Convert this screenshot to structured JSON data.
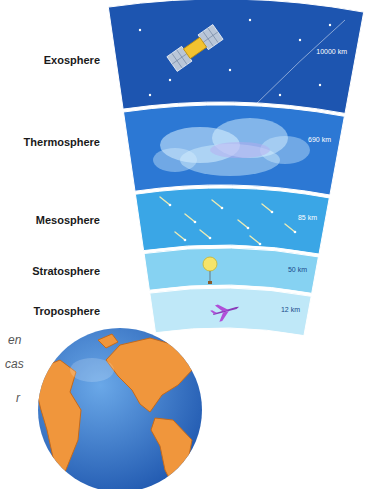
{
  "diagram": {
    "nodes": [
      {
        "text": [
          "Exosphere",
          "10000 km"
        ]
      },
      {
        "text": [
          "Thermosphere",
          "690 km"
        ]
      },
      {
        "text": [
          "Mesosphere",
          "85 km"
        ]
      },
      {
        "text": [
          "Stratosphere",
          "50 km"
        ]
      },
      {
        "text": [
          "Troposphere",
          "12 km"
        ]
      }
    ],
    "labels": [
      "en",
      "cas",
      "r"
    ]
  }
}
